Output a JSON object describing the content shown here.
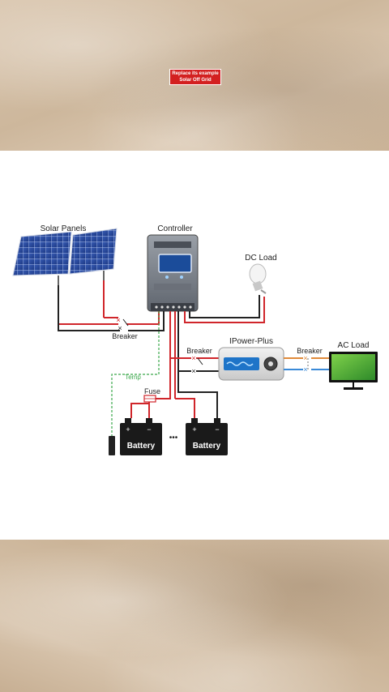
{
  "caption": {
    "line1": "Replace its example",
    "line2": "Solar Off Grid"
  },
  "diagram": {
    "solar_panels": "Solar Panels",
    "controller": "Controller",
    "dc_load": "DC Load",
    "breaker_left": "Breaker",
    "breaker_middle": "Breaker",
    "breaker_right": "Breaker",
    "inverter": "IPower-Plus",
    "ac_load": "AC Load",
    "temp": "Temp",
    "fuse": "Fuse",
    "battery_1": "Battery",
    "battery_2": "Battery",
    "plus": "+",
    "minus": "−",
    "ellipsis": "•••"
  },
  "colors": {
    "positive_wire": "#d0262b",
    "negative_wire": "#222222",
    "temp_wire": "#3aa84a",
    "ac_wire_live": "#e08a3a",
    "ac_wire_neutral": "#3a8ad8"
  }
}
